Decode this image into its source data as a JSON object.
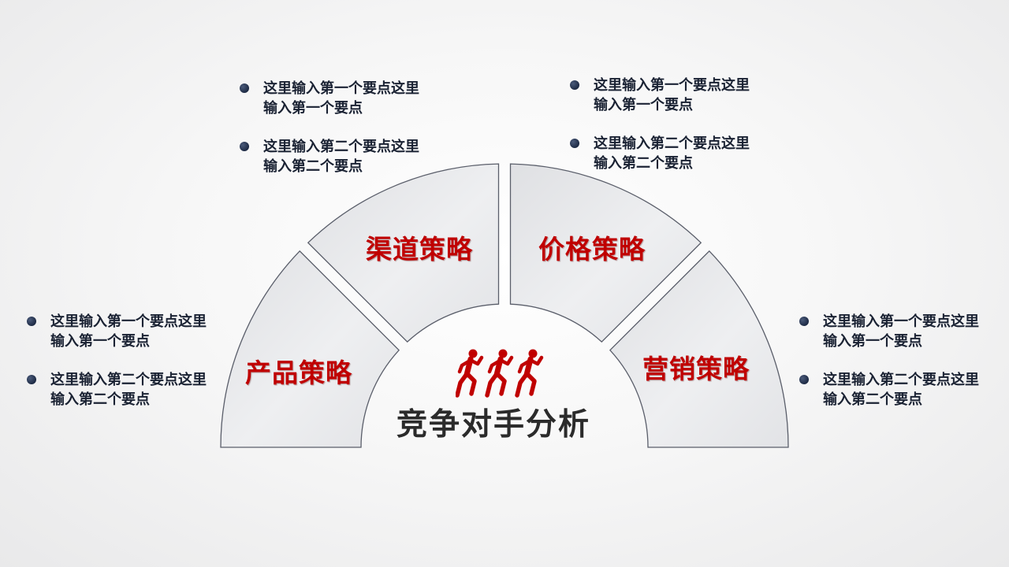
{
  "title": "竞争对手分析",
  "colors": {
    "accent_red": "#c00000",
    "text_dark": "#1a2233",
    "segment_fill": "#e6e7e9",
    "segment_stroke": "#5a5e6a"
  },
  "icons": {
    "center": "three-running-people-icon"
  },
  "segments": [
    {
      "id": "product",
      "label": "产品策略"
    },
    {
      "id": "channel",
      "label": "渠道策略"
    },
    {
      "id": "price",
      "label": "价格策略"
    },
    {
      "id": "marketing",
      "label": "营销策略"
    }
  ],
  "bullet_groups": {
    "left": [
      {
        "text": "这里输入第一个要点这里输入第一个要点"
      },
      {
        "text": "这里输入第二个要点这里输入第二个要点"
      }
    ],
    "top_left": [
      {
        "text": "这里输入第一个要点这里输入第一个要点"
      },
      {
        "text": "这里输入第二个要点这里输入第二个要点"
      }
    ],
    "top_right": [
      {
        "text": "这里输入第一个要点这里输入第一个要点"
      },
      {
        "text": "这里输入第二个要点这里输入第二个要点"
      }
    ],
    "right": [
      {
        "text": "这里输入第一个要点这里输入第一个要点"
      },
      {
        "text": "这里输入第二个要点这里输入第二个要点"
      }
    ]
  }
}
